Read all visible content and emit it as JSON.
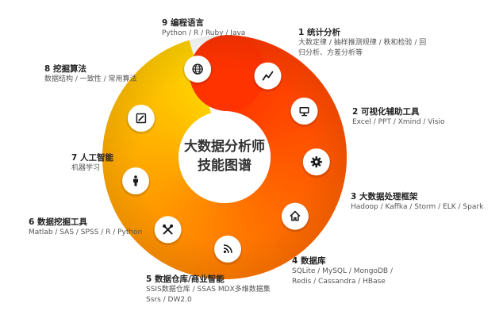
{
  "center": {
    "line1": "大数据分析师",
    "line2": "技能图谱"
  },
  "colors": {
    "ring_red": "#ff3300",
    "ring_orange": "#ff7a00",
    "ring_yellow": "#ffd200",
    "node_fill": "#ffffff",
    "icon_color": "#1a1a1a"
  },
  "segments": [
    {
      "title": "1 统计分析",
      "desc_lines": [
        "大数定律 / 抽样推测规律 / 秩和检验 / 回",
        "归分析、方差分析等"
      ],
      "icon": "line-chart-icon"
    },
    {
      "title": "2 可视化辅助工具",
      "desc_lines": [
        "Excel / PPT / Xmind / Visio"
      ],
      "icon": "monitor-icon"
    },
    {
      "title": "3 大数据处理框架",
      "desc_lines": [
        "Hadoop / Kaffka / Storm / ELK / Spark"
      ],
      "icon": "gear-icon"
    },
    {
      "title": "4 数据库",
      "desc_lines": [
        "SQLite / MySQL / MongoDB /",
        "Redis / Cassandra / HBase"
      ],
      "icon": "home-icon"
    },
    {
      "title": "5 数据仓库/商业智能",
      "desc_lines": [
        "SSIS数据仓库 / SSAS MDX多维数据集",
        "Ssrs / DW2.0"
      ],
      "icon": "rss-icon"
    },
    {
      "title": "6 数据挖掘工具",
      "desc_lines": [
        "Matlab / SAS / SPSS / R / Python"
      ],
      "icon": "tools-icon"
    },
    {
      "title": "7 人工智能",
      "desc_lines": [
        "机器学习"
      ],
      "icon": "person-icon"
    },
    {
      "title": "8 挖掘算法",
      "desc_lines": [
        "数据结构 / 一致性 / 常用算法"
      ],
      "icon": "edit-icon"
    },
    {
      "title": "9 编程语言",
      "desc_lines": [
        "Python / R / Ruby / Java"
      ],
      "icon": "globe-icon"
    }
  ]
}
